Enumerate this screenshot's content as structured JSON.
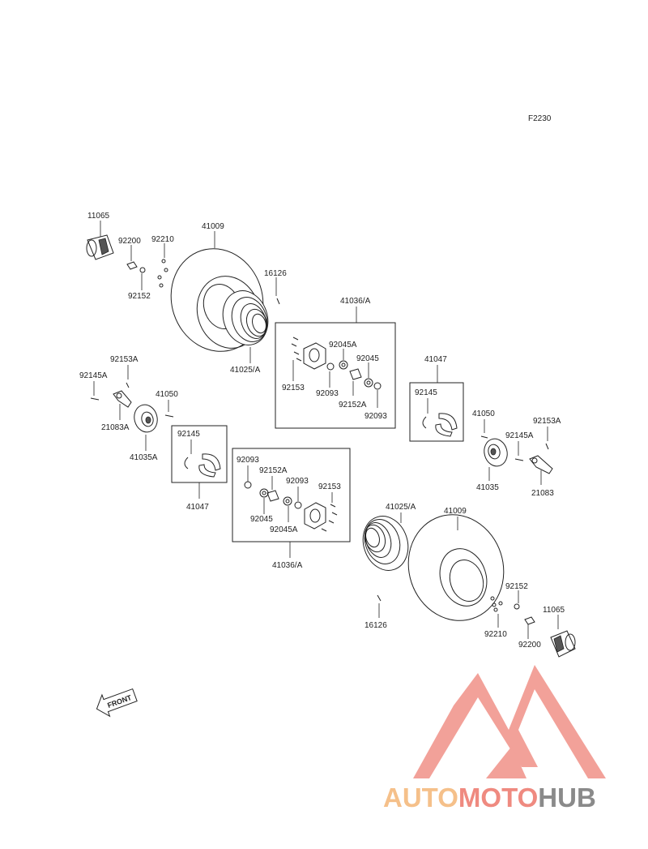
{
  "diagram_code": "F2230",
  "front_label": "FRONT",
  "watermark": {
    "part1": "AUTO",
    "part2": "MOTO",
    "part3": "HUB",
    "color1": "#f5c08a",
    "color2": "#ef8a80",
    "color3": "#8a8a8a",
    "logo_color": "#ef8a80"
  },
  "labels": {
    "l_11065_a": "11065",
    "l_92200_a": "92200",
    "l_92210_a": "92210",
    "l_92152_a": "92152",
    "l_41009_a": "41009",
    "l_16126_a": "16126",
    "l_41025a_a": "41025/A",
    "l_41036a_a": "41036/A",
    "l_92045a_a": "92045A",
    "l_92045_a": "92045",
    "l_92153_a": "92153",
    "l_92093_a": "92093",
    "l_92152a_a": "92152A",
    "l_92093_b": "92093",
    "l_41047_a": "41047",
    "l_92145_a": "92145",
    "l_92153a_a": "92153A",
    "l_92145a_a": "92145A",
    "l_41050_a": "41050",
    "l_21083a_a": "21083A",
    "l_41035a_a": "41035A",
    "l_92145_b": "92145",
    "l_41047_b": "41047",
    "l_41050_b": "41050",
    "l_92153a_b": "92153A",
    "l_92145a_b": "92145A",
    "l_41035_b": "41035",
    "l_21083_b": "21083",
    "l_92093_c": "92093",
    "l_92152a_c": "92152A",
    "l_92093_d": "92093",
    "l_92153_c": "92153",
    "l_92045_c": "92045",
    "l_92045a_c": "92045A",
    "l_41036a_c": "41036/A",
    "l_41025a_b": "41025/A",
    "l_41009_b": "41009",
    "l_92152_b": "92152",
    "l_16126_b": "16126",
    "l_92210_b": "92210",
    "l_11065_b": "11065",
    "l_92200_b": "92200"
  }
}
